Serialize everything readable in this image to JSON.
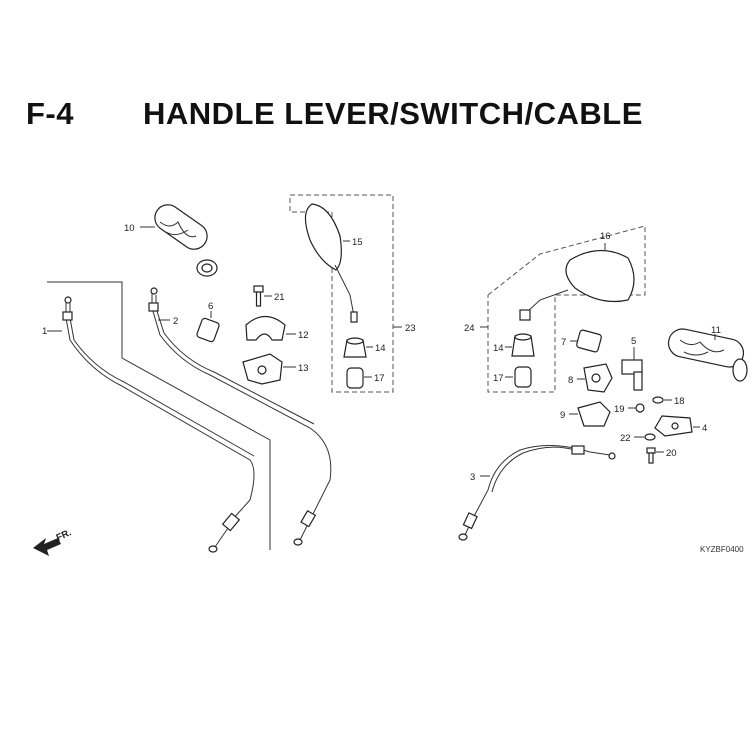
{
  "header": {
    "figure_code": "F-4",
    "title": "HANDLE LEVER/SWITCH/CABLE"
  },
  "diagram": {
    "fr_label": "FR.",
    "ref_code": "KYZBF0400",
    "callouts": {
      "c1": "1",
      "c2": "2",
      "c3": "3",
      "c4": "4",
      "c5": "5",
      "c6": "6",
      "c7": "7",
      "c8": "8",
      "c9": "9",
      "c10": "10",
      "c11": "11",
      "c12": "12",
      "c13": "13",
      "c14a": "14",
      "c14b": "14",
      "c15": "15",
      "c16": "16",
      "c17a": "17",
      "c17b": "17",
      "c18": "18",
      "c19": "19",
      "c20": "20",
      "c21": "21",
      "c22": "22",
      "c23": "23",
      "c24": "24"
    }
  }
}
